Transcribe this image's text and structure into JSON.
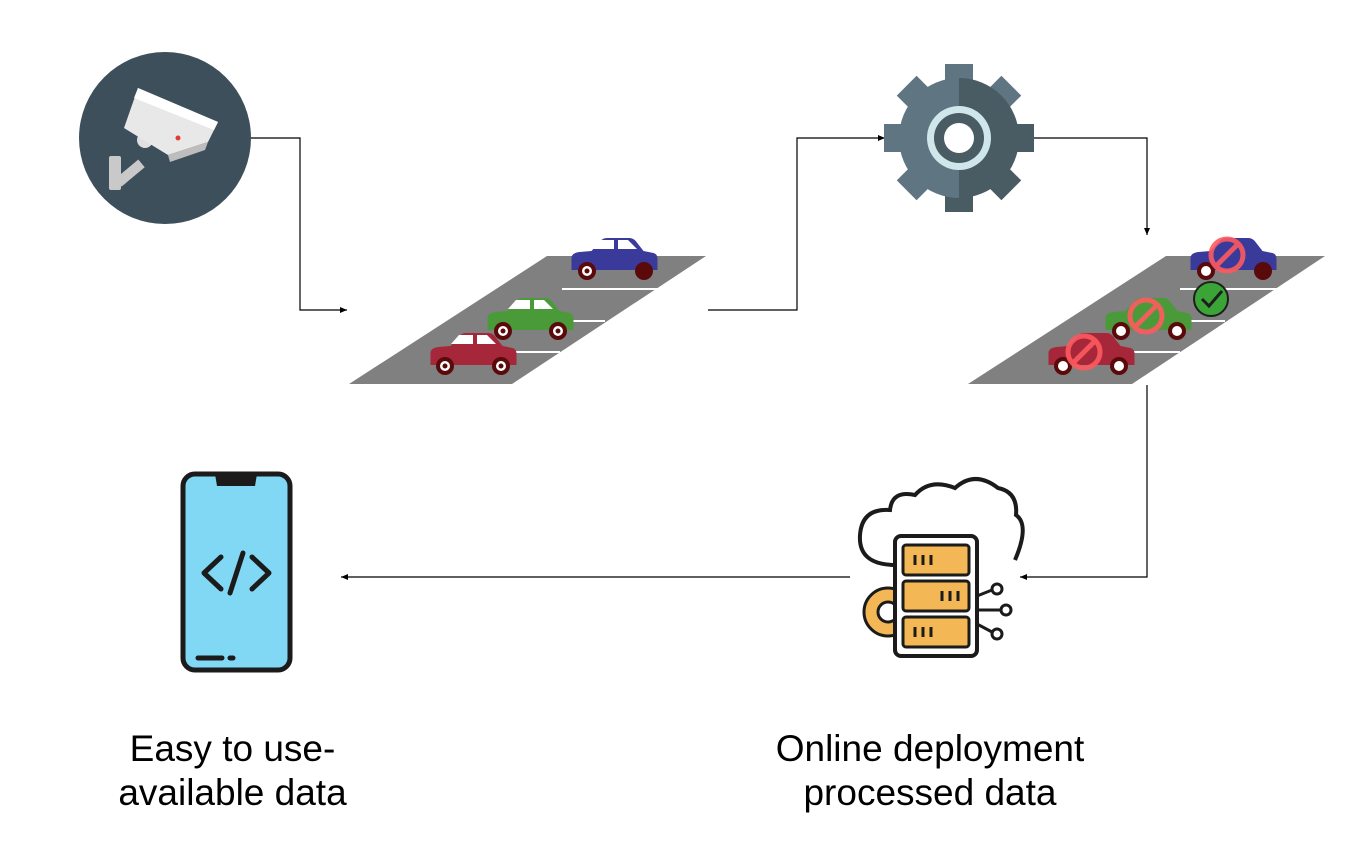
{
  "diagram": {
    "nodes": [
      {
        "id": "camera",
        "icon": "cctv-camera-icon"
      },
      {
        "id": "parking-input",
        "icon": "parking-lot-icon"
      },
      {
        "id": "processing",
        "icon": "gear-icon"
      },
      {
        "id": "parking-output",
        "icon": "parking-lot-status-icon"
      },
      {
        "id": "cloud-server",
        "icon": "cloud-server-icon"
      },
      {
        "id": "mobile-app",
        "icon": "smartphone-code-icon"
      }
    ],
    "edges": [
      {
        "from": "camera",
        "to": "parking-input"
      },
      {
        "from": "parking-input",
        "to": "processing"
      },
      {
        "from": "processing",
        "to": "parking-output"
      },
      {
        "from": "parking-output",
        "to": "cloud-server"
      },
      {
        "from": "cloud-server",
        "to": "mobile-app"
      }
    ],
    "captions": {
      "left": {
        "line1": "Easy to use-",
        "line2": "available data"
      },
      "right": {
        "line1": "Online deployment",
        "line2": "processed data"
      }
    }
  },
  "colors": {
    "camera_bg": "#3d4f5a",
    "asphalt": "#808080",
    "car_red": "#a6263a",
    "car_green": "#4a9a3a",
    "car_blue": "#3a3a9a",
    "gear_light": "#5f7581",
    "gear_dark": "#4a5c63",
    "status_blocked": "#ff5a5f",
    "status_free": "#3aa536",
    "server_orange": "#f3b756",
    "phone_screen": "#80d8f5"
  }
}
